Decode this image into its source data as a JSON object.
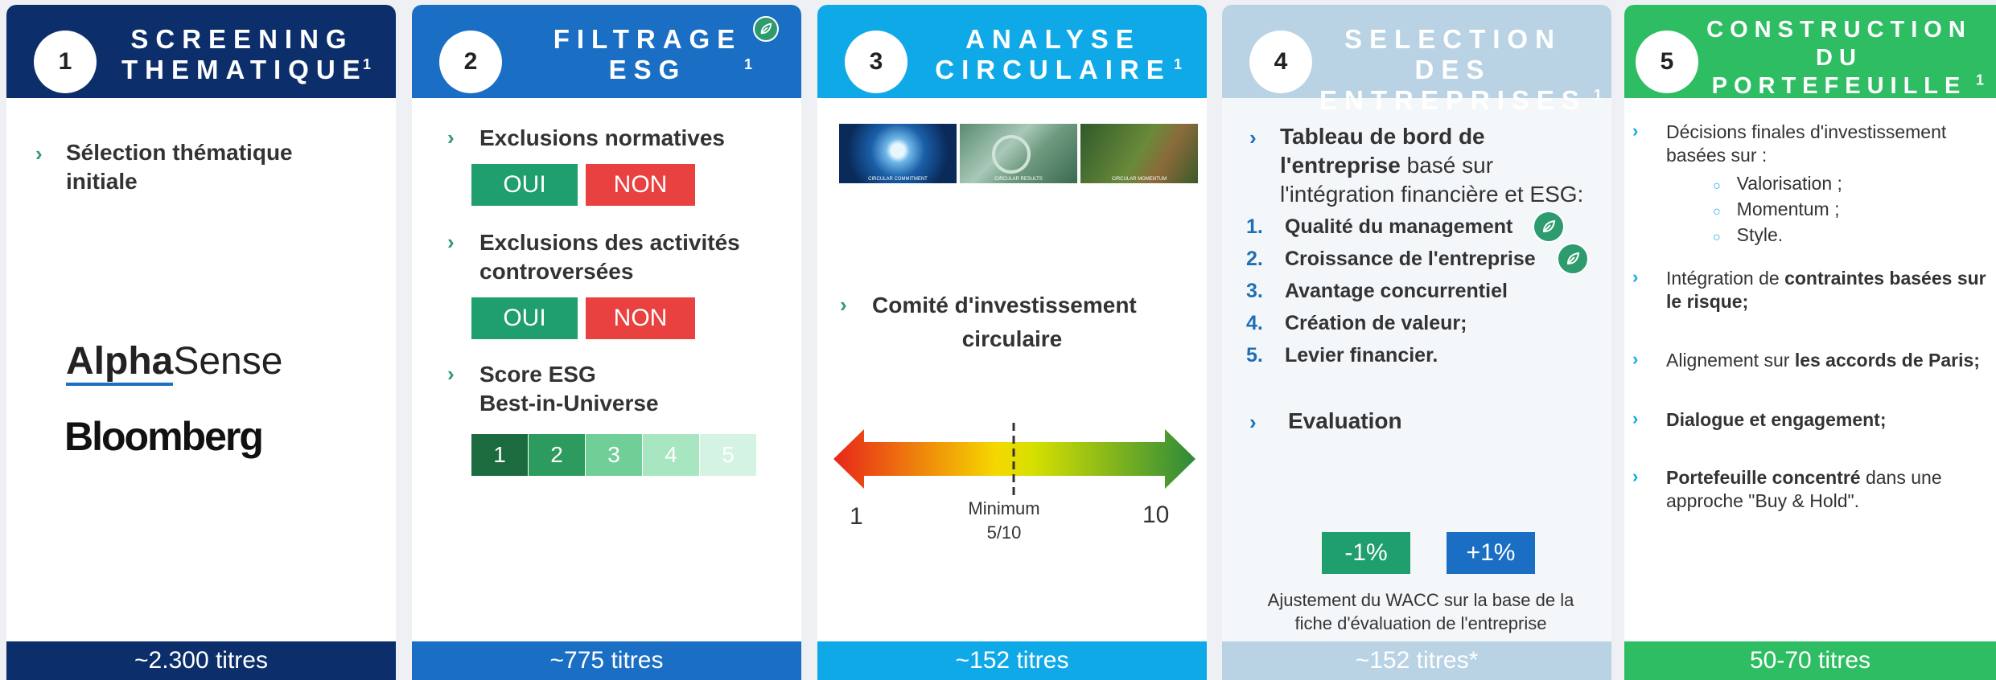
{
  "steps": [
    {
      "num": "1",
      "title": "SCREENING THEMATIQUE",
      "footnote": "1",
      "count": "~2.300 titres",
      "header_color": "#0c2f6b",
      "footer_color": "#0c2f6b"
    },
    {
      "num": "2",
      "title": "FILTRAGE ESG",
      "footnote": "1",
      "count": "~775 titres",
      "header_color": "#1a6fc4",
      "footer_color": "#1a6fc4"
    },
    {
      "num": "3",
      "title": "ANALYSE CIRCULAIRE",
      "footnote": "1",
      "count": "~152 titres",
      "header_color": "#0fa9e8",
      "footer_color": "#0fa9e8"
    },
    {
      "num": "4",
      "title": "SELECTION DES ENTREPRISES",
      "footnote": "1",
      "count": "~152 titres*",
      "header_color": "#b9d3e4",
      "footer_color": "#b9d3e4"
    },
    {
      "num": "5",
      "title": "CONSTRUCTION DU PORTEFEUILLE",
      "footnote": "1",
      "count": "50-70 titres",
      "header_color": "#2ebd62",
      "footer_color": "#2ebd62"
    }
  ],
  "col1": {
    "bullet": "Sélection thématique initiale",
    "logo_alphasense_bold": "Alpha",
    "logo_alphasense_light": "Sense",
    "logo_bloomberg": "Bloomberg"
  },
  "col2": {
    "exclusions_normatives": "Exclusions normatives",
    "exclusions_controverses": "Exclusions des activités controversées",
    "score_title": "Score ESG",
    "score_sub": "Best-in-Universe",
    "oui": "OUI",
    "non": "NON",
    "scores": [
      "1",
      "2",
      "3",
      "4",
      "5"
    ],
    "score_colors": [
      "#1b6b3f",
      "#2e9b5e",
      "#6fcf97",
      "#a8e6c2",
      "#d4f3e2"
    ]
  },
  "col3": {
    "image_labels": [
      "CIRCULAR COMMITMENT",
      "CIRCULAR RESULTS",
      "CIRCULAR MOMENTUM"
    ],
    "comite_line1": "Comité d'investissement",
    "comite_line2": "circulaire",
    "scale_min": "1",
    "scale_max": "10",
    "threshold_label": "Minimum",
    "threshold_value": "5/10"
  },
  "col4": {
    "tableau_bold": "Tableau de bord de l'entreprise",
    "tableau_rest": "basé sur l'intégration financière et ESG:",
    "items": [
      {
        "n": "1.",
        "label": "Qualité du management"
      },
      {
        "n": "2.",
        "label": "Croissance de l'entreprise"
      },
      {
        "n": "3.",
        "label": "Avantage concurrentiel"
      },
      {
        "n": "4.",
        "label": "Création de valeur;"
      },
      {
        "n": "5.",
        "label": "Levier financier."
      }
    ],
    "evaluation": "Evaluation",
    "minus": "-1%",
    "plus": "+1%",
    "wacc_note": "Ajustement du WACC sur la base de la fiche d'évaluation de l'entreprise"
  },
  "col5": {
    "decisions": "Décisions finales d'investissement basées sur :",
    "sub": [
      "Valorisation ;",
      "Momentum ;",
      "Style."
    ],
    "integration_pre": "Intégration de ",
    "integration_bold": "contraintes basées sur le risque;",
    "alignement_pre": "Alignement sur ",
    "alignement_bold": "les accords de Paris;",
    "dialogue": "Dialogue et engagement;",
    "portefeuille_bold": "Portefeuille concentré",
    "portefeuille_rest": " dans une approche \"Buy & Hold\"."
  }
}
